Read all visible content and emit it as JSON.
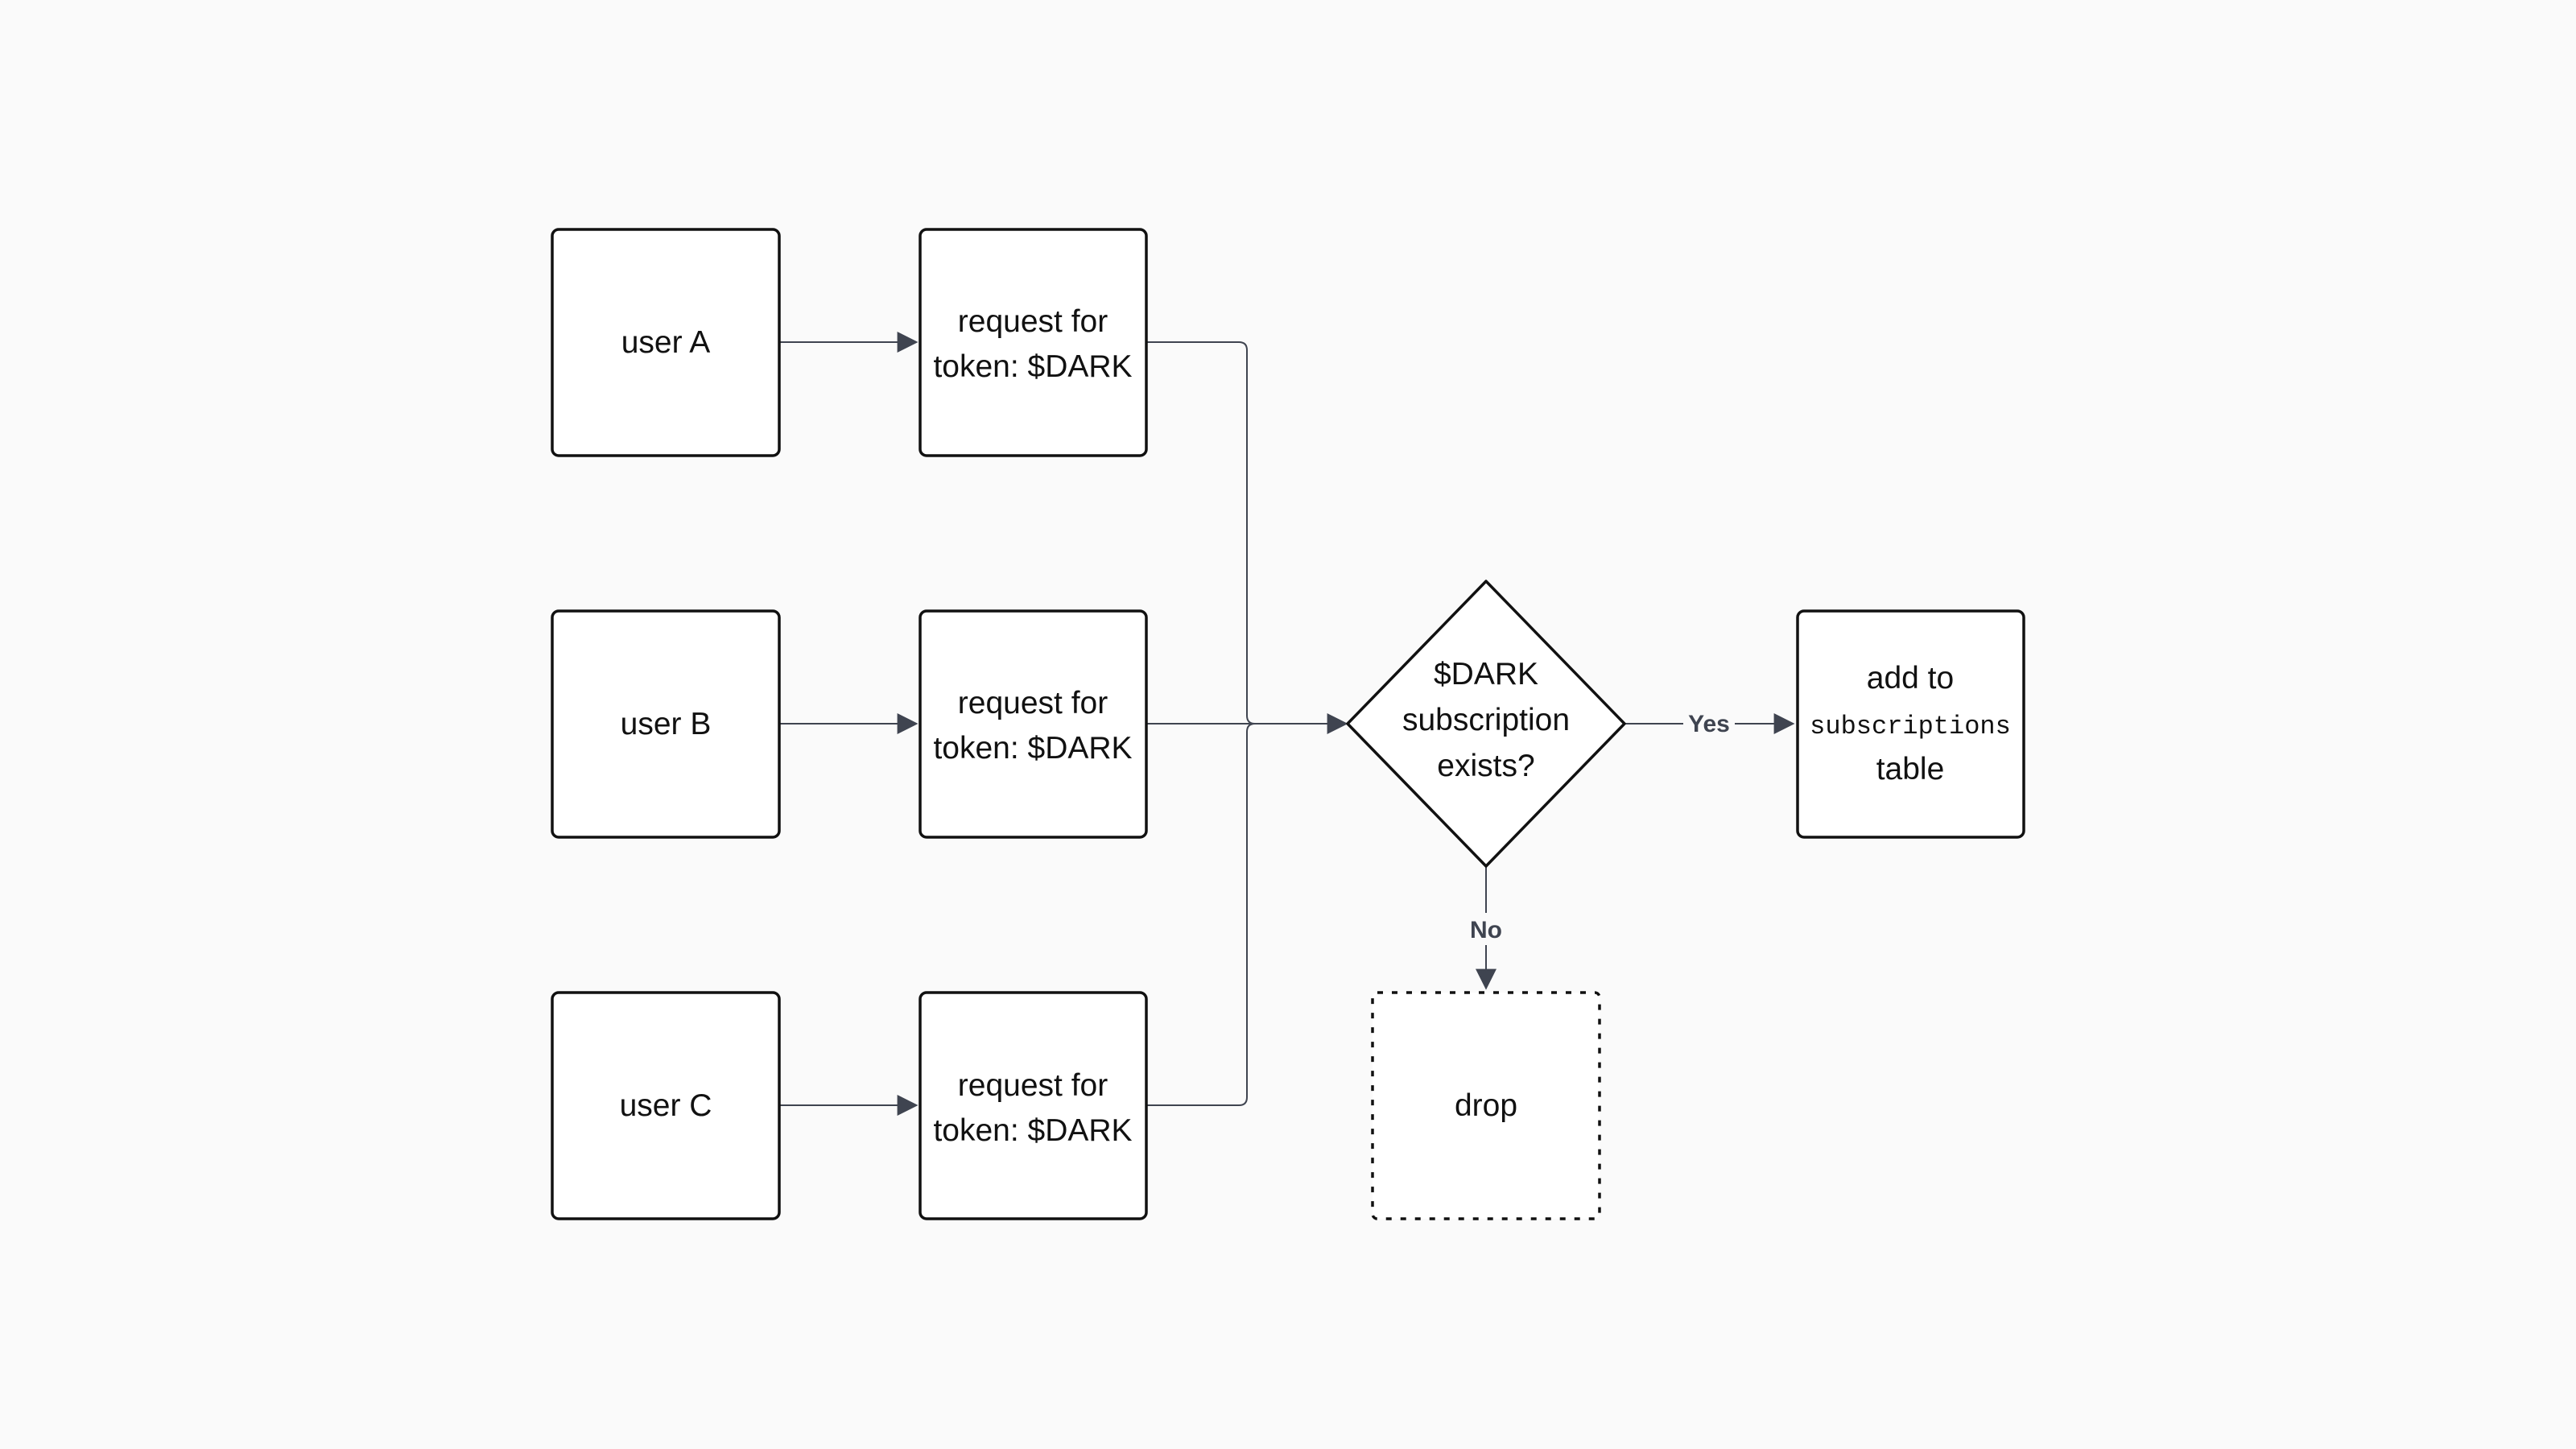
{
  "diagram": {
    "nodes": {
      "user_a": {
        "label": "user A"
      },
      "user_b": {
        "label": "user B"
      },
      "user_c": {
        "label": "user C"
      },
      "request_a": {
        "line1": "request for",
        "line2": "token: $DARK"
      },
      "request_b": {
        "line1": "request for",
        "line2": "token: $DARK"
      },
      "request_c": {
        "line1": "request for",
        "line2": "token: $DARK"
      },
      "decision": {
        "line1": "$DARK",
        "line2": "subscription",
        "line3": "exists?"
      },
      "add_table": {
        "line1": "add to",
        "code": "subscriptions",
        "line3": "table"
      },
      "drop": {
        "label": "drop"
      }
    },
    "edges": {
      "yes_label": "Yes",
      "no_label": "No"
    },
    "colors": {
      "background": "#fafafa",
      "node_fill": "#ffffff",
      "node_stroke": "#111111",
      "edge_stroke": "#3f4450"
    }
  }
}
